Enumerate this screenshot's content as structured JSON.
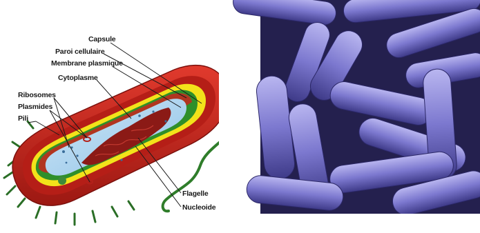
{
  "diagram": {
    "labels": {
      "capsule": "Capsule",
      "cell_wall": "Paroi cellulaire",
      "plasma_membrane": "Membrane plasmique",
      "cytoplasm": "Cytoplasme",
      "ribosomes": "Ribosomes",
      "plasmids": "Plasmides",
      "pili": "Pili",
      "flagellum": "Flagelle",
      "nucleoid": "Nucleoide"
    },
    "colors": {
      "capsule": "#c8261e",
      "capsule_dark": "#8e1410",
      "cell_wall": "#f3e21a",
      "membrane": "#2f8f2a",
      "cytoplasm": "#a9d2ef",
      "nucleoid": "#8b1a16",
      "flagellum": "#2f7d2a"
    }
  },
  "micrograph": {
    "background": "#24204e",
    "bacteria_color": "#7c78cf",
    "highlight_color": "#b9b6f0"
  }
}
